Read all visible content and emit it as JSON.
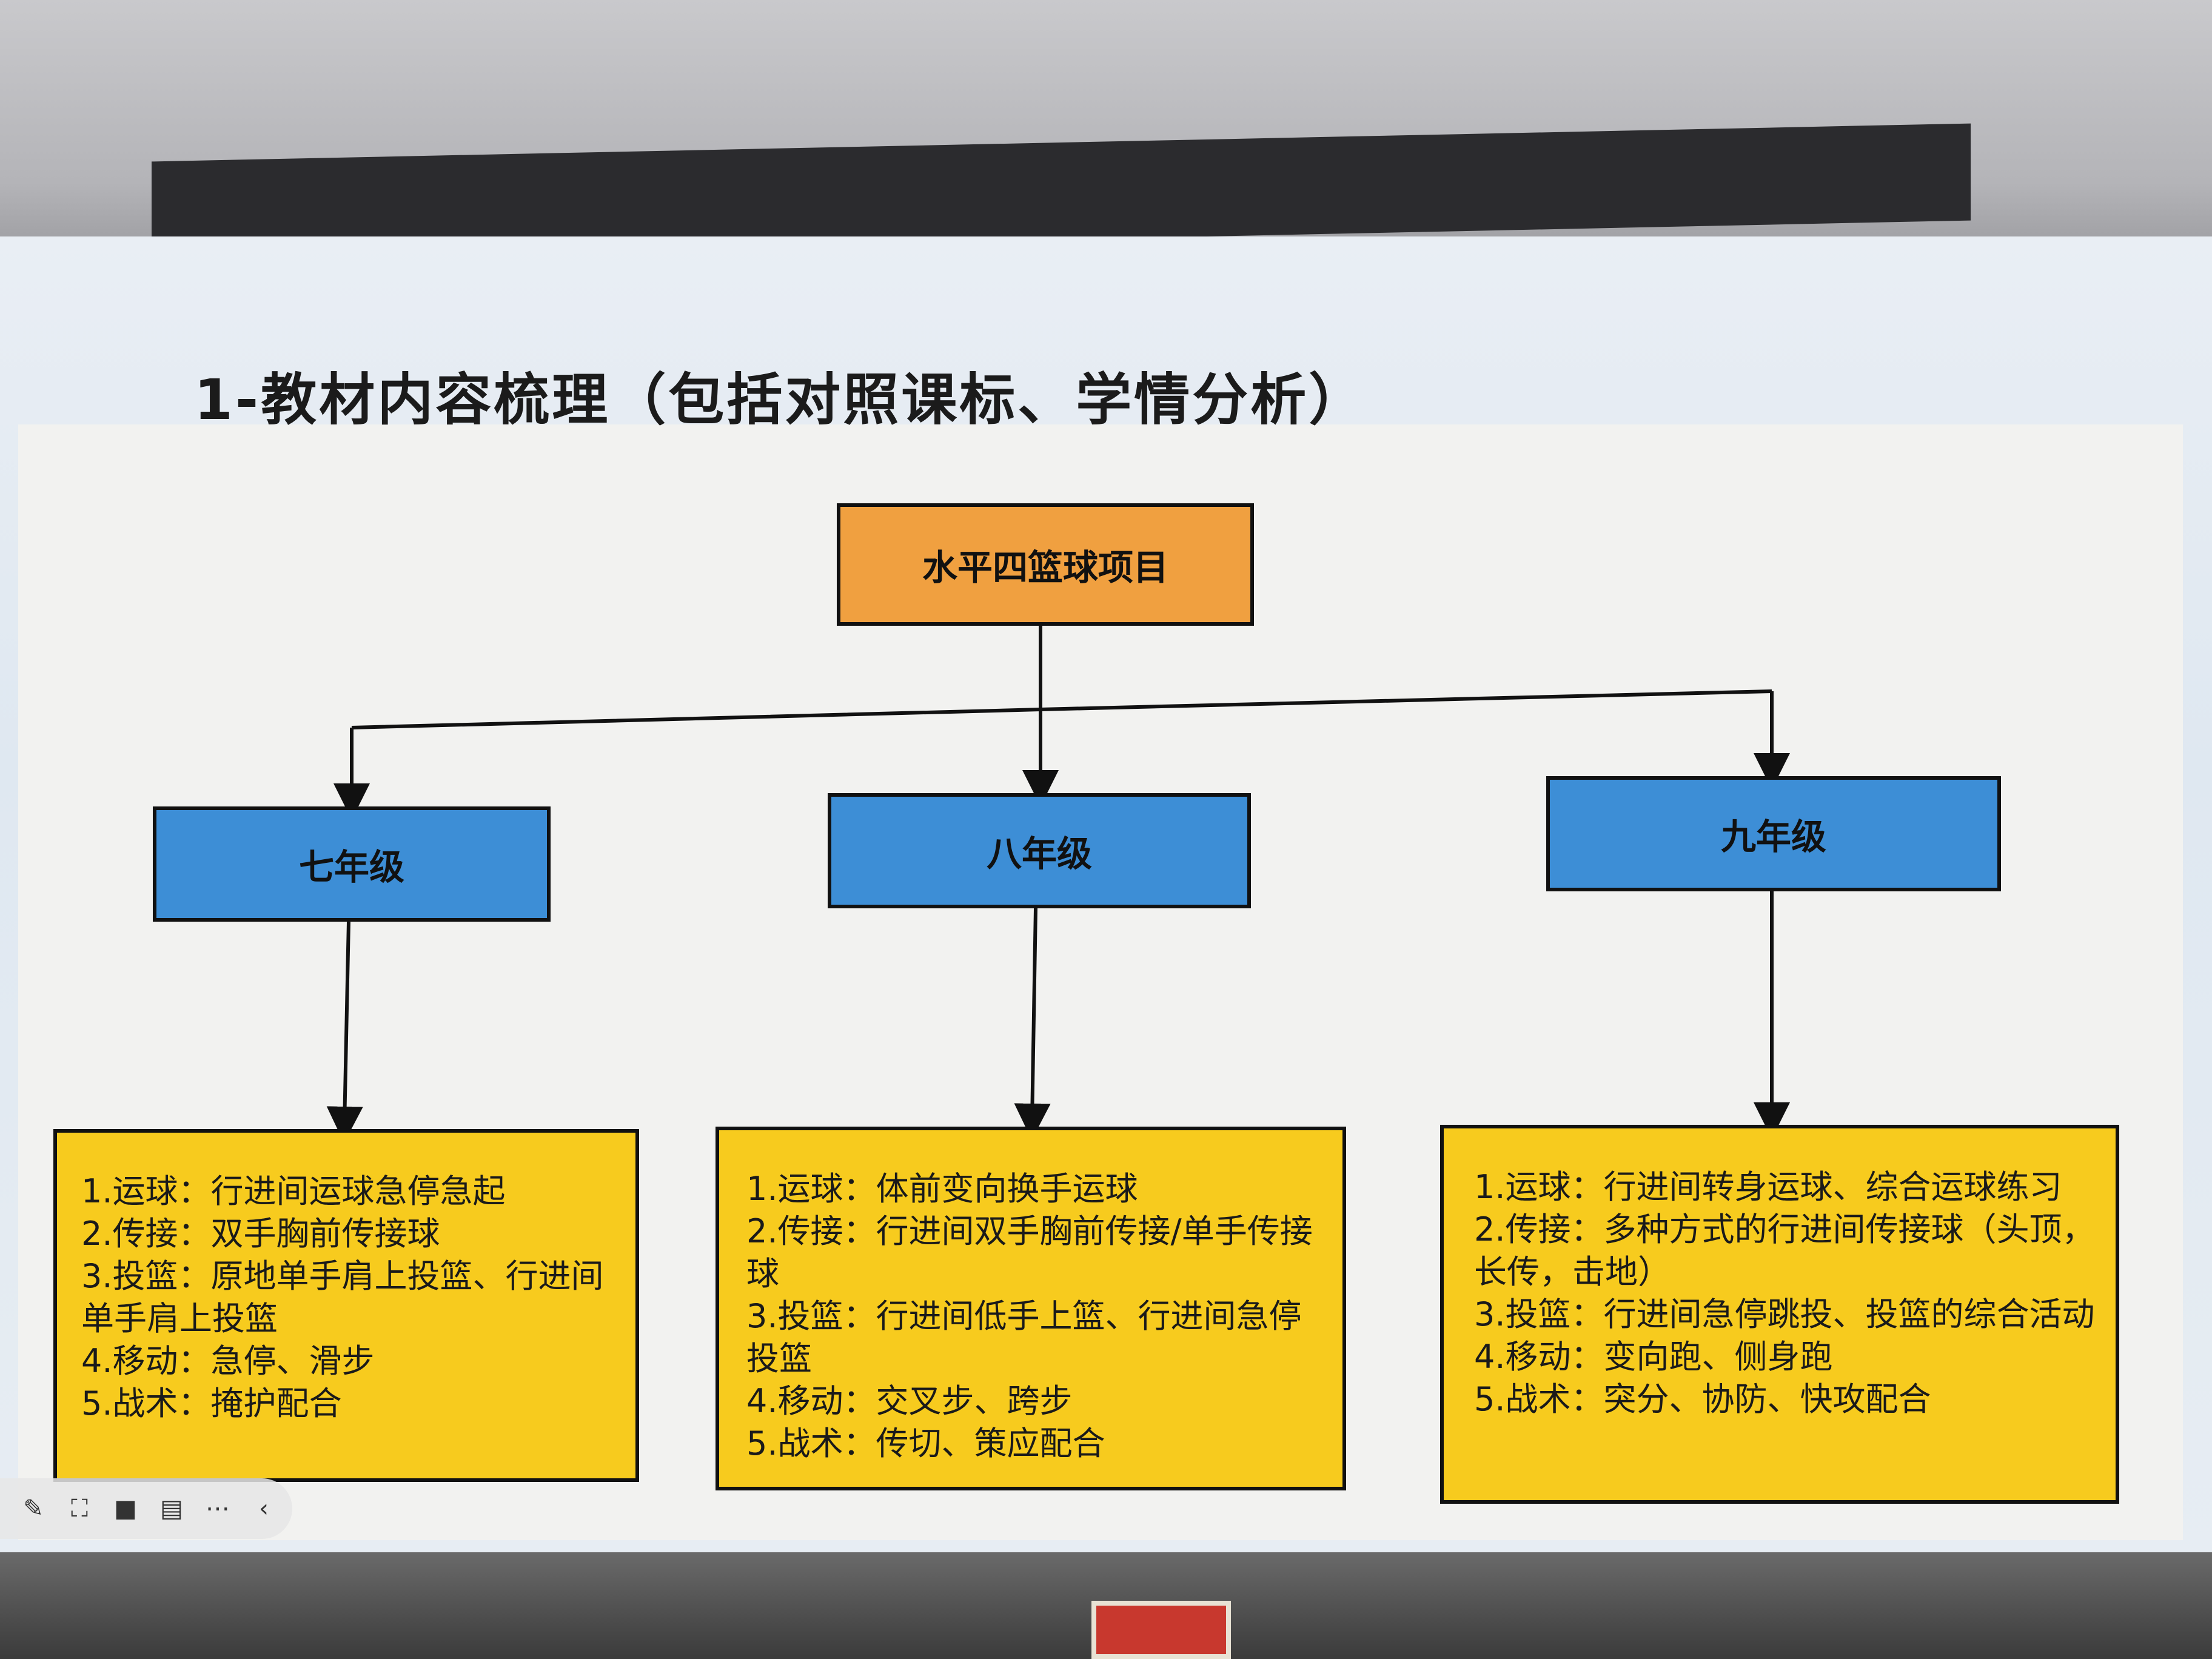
{
  "slide": {
    "title": "1-教材内容梳理（包括对照课标、学情分析）"
  },
  "diagram": {
    "root": "水平四篮球项目",
    "grades": [
      {
        "label": "七年级",
        "items": [
          "1.运球：行进间运球急停急起",
          "2.传接：双手胸前传接球",
          "3.投篮：原地单手肩上投篮、行进间单手肩上投篮",
          "4.移动：急停、滑步",
          "5.战术：掩护配合"
        ]
      },
      {
        "label": "八年级",
        "items": [
          "1.运球：体前变向换手运球",
          "2.传接：行进间双手胸前传接/单手传接球",
          "3.投篮：行进间低手上篮、行进间急停投篮",
          "4.移动：交叉步、跨步",
          "5.战术：传切、策应配合"
        ]
      },
      {
        "label": "九年级",
        "items": [
          "1.运球：行进间转身运球、综合运球练习",
          "2.传接：多种方式的行进间传接球（头顶，长传，击地）",
          "3.投篮：行进间急停跳投、投篮的综合活动",
          "4.移动：变向跑、侧身跑",
          "5.战术：突分、协防、快攻配合"
        ]
      }
    ]
  },
  "colors": {
    "root_fill": "#f0a040",
    "grade_fill": "#3d8ed6",
    "content_fill": "#f7cb1e"
  },
  "toolbar": {
    "icons": [
      "pen-icon",
      "screenshot-icon",
      "camera-icon",
      "comment-icon",
      "more-icon",
      "chevron-left-icon"
    ]
  }
}
